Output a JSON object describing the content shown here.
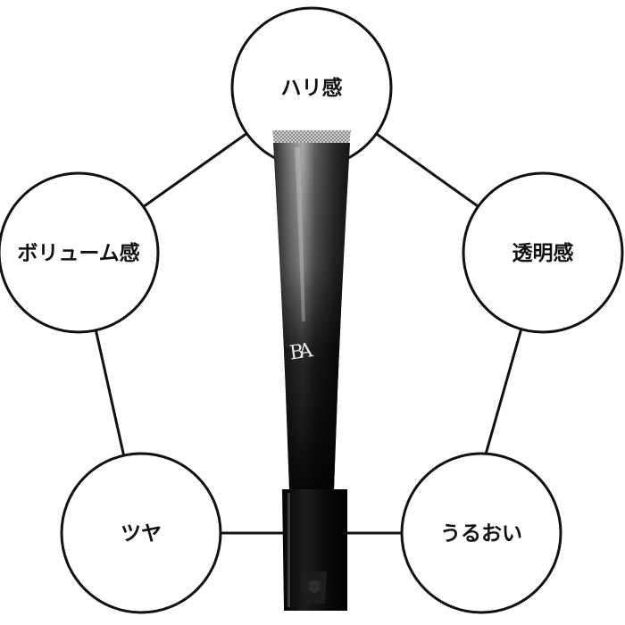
{
  "attributes": [
    {
      "id": "hari",
      "label": "ハリ感"
    },
    {
      "id": "toumei",
      "label": "透明感"
    },
    {
      "id": "uruoi",
      "label": "うるおい"
    },
    {
      "id": "tsuya",
      "label": "ツヤ"
    },
    {
      "id": "volume",
      "label": "ボリューム感"
    }
  ],
  "product": {
    "logo": "BA",
    "tube_color": "#1a1a1a",
    "cap_color": "#0c0c0c"
  },
  "colors": {
    "line": "#111111",
    "circle_fill": "#ffffff",
    "background": "#ffffff"
  }
}
